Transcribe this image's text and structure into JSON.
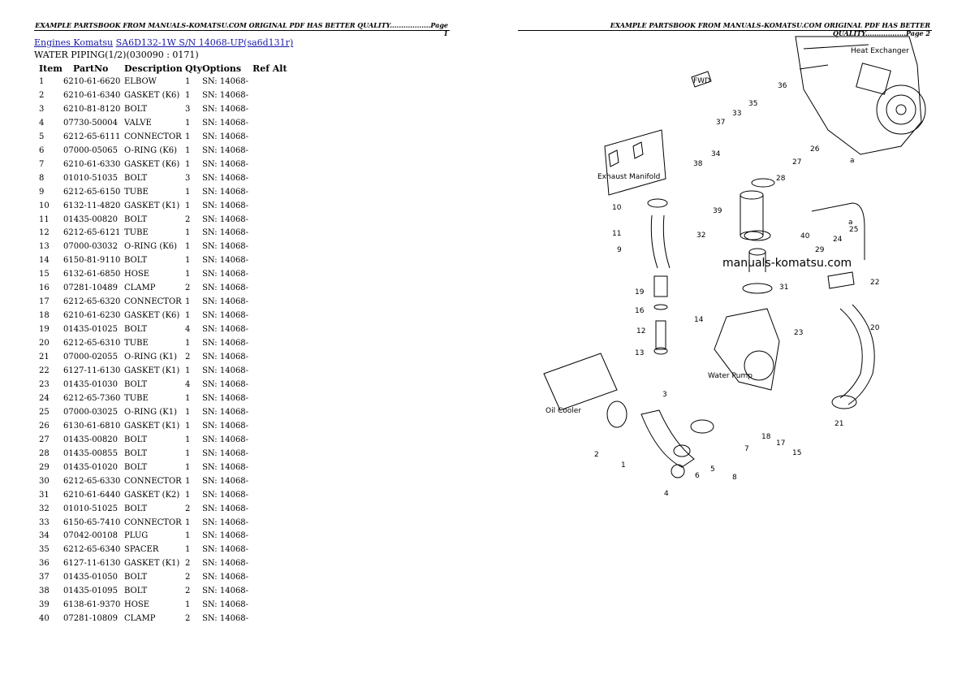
{
  "header": {
    "left": "EXAMPLE PARTSBOOK FROM MANUALS-KOMATSU.COM ORIGINAL PDF HAS BETTER QUALITY..................Page 1",
    "right": "EXAMPLE PARTSBOOK FROM MANUALS-KOMATSU.COM ORIGINAL PDF HAS BETTER QUALITY..................Page 2"
  },
  "breadcrumb": {
    "link1": "Engines Komatsu",
    "link2": "SA6D132-1W S/N 14068-UP(sa6d131r)"
  },
  "section_title": "WATER PIPING(1/2)(030090 : 0171)",
  "table": {
    "headers": [
      "Item",
      "PartNo",
      "Description",
      "Qty",
      "Options",
      "Ref Alt"
    ],
    "rows": [
      [
        "1",
        "6210-61-6620",
        "ELBOW",
        "1",
        "SN: 14068-",
        ""
      ],
      [
        "2",
        "6210-61-6340",
        "GASKET (K6)",
        "1",
        "SN: 14068-",
        ""
      ],
      [
        "3",
        "6210-81-8120",
        "BOLT",
        "3",
        "SN: 14068-",
        ""
      ],
      [
        "4",
        "07730-50004",
        "VALVE",
        "1",
        "SN: 14068-",
        ""
      ],
      [
        "5",
        "6212-65-6111",
        "CONNECTOR",
        "1",
        "SN: 14068-",
        ""
      ],
      [
        "6",
        "07000-05065",
        "O-RING (K6)",
        "1",
        "SN: 14068-",
        ""
      ],
      [
        "7",
        "6210-61-6330",
        "GASKET (K6)",
        "1",
        "SN: 14068-",
        ""
      ],
      [
        "8",
        "01010-51035",
        "BOLT",
        "3",
        "SN: 14068-",
        ""
      ],
      [
        "9",
        "6212-65-6150",
        "TUBE",
        "1",
        "SN: 14068-",
        ""
      ],
      [
        "10",
        "6132-11-4820",
        "GASKET (K1)",
        "1",
        "SN: 14068-",
        ""
      ],
      [
        "11",
        "01435-00820",
        "BOLT",
        "2",
        "SN: 14068-",
        ""
      ],
      [
        "12",
        "6212-65-6121",
        "TUBE",
        "1",
        "SN: 14068-",
        ""
      ],
      [
        "13",
        "07000-03032",
        "O-RING (K6)",
        "1",
        "SN: 14068-",
        ""
      ],
      [
        "14",
        "6150-81-9110",
        "BOLT",
        "1",
        "SN: 14068-",
        ""
      ],
      [
        "15",
        "6132-61-6850",
        "HOSE",
        "1",
        "SN: 14068-",
        ""
      ],
      [
        "16",
        "07281-10489",
        "CLAMP",
        "2",
        "SN: 14068-",
        ""
      ],
      [
        "17",
        "6212-65-6320",
        "CONNECTOR",
        "1",
        "SN: 14068-",
        ""
      ],
      [
        "18",
        "6210-61-6230",
        "GASKET (K6)",
        "1",
        "SN: 14068-",
        ""
      ],
      [
        "19",
        "01435-01025",
        "BOLT",
        "4",
        "SN: 14068-",
        ""
      ],
      [
        "20",
        "6212-65-6310",
        "TUBE",
        "1",
        "SN: 14068-",
        ""
      ],
      [
        "21",
        "07000-02055",
        "O-RING (K1)",
        "2",
        "SN: 14068-",
        ""
      ],
      [
        "22",
        "6127-11-6130",
        "GASKET (K1)",
        "1",
        "SN: 14068-",
        ""
      ],
      [
        "23",
        "01435-01030",
        "BOLT",
        "4",
        "SN: 14068-",
        ""
      ],
      [
        "24",
        "6212-65-7360",
        "TUBE",
        "1",
        "SN: 14068-",
        ""
      ],
      [
        "25",
        "07000-03025",
        "O-RING (K1)",
        "1",
        "SN: 14068-",
        ""
      ],
      [
        "26",
        "6130-61-6810",
        "GASKET (K1)",
        "1",
        "SN: 14068-",
        ""
      ],
      [
        "27",
        "01435-00820",
        "BOLT",
        "1",
        "SN: 14068-",
        ""
      ],
      [
        "28",
        "01435-00855",
        "BOLT",
        "1",
        "SN: 14068-",
        ""
      ],
      [
        "29",
        "01435-01020",
        "BOLT",
        "1",
        "SN: 14068-",
        ""
      ],
      [
        "30",
        "6212-65-6330",
        "CONNECTOR",
        "1",
        "SN: 14068-",
        ""
      ],
      [
        "31",
        "6210-61-6440",
        "GASKET (K2)",
        "1",
        "SN: 14068-",
        ""
      ],
      [
        "32",
        "01010-51025",
        "BOLT",
        "2",
        "SN: 14068-",
        ""
      ],
      [
        "33",
        "6150-65-7410",
        "CONNECTOR",
        "1",
        "SN: 14068-",
        ""
      ],
      [
        "34",
        "07042-00108",
        "PLUG",
        "1",
        "SN: 14068-",
        ""
      ],
      [
        "35",
        "6212-65-6340",
        "SPACER",
        "1",
        "SN: 14068-",
        ""
      ],
      [
        "36",
        "6127-11-6130",
        "GASKET (K1)",
        "2",
        "SN: 14068-",
        ""
      ],
      [
        "37",
        "01435-01050",
        "BOLT",
        "2",
        "SN: 14068-",
        ""
      ],
      [
        "38",
        "01435-01095",
        "BOLT",
        "2",
        "SN: 14068-",
        ""
      ],
      [
        "39",
        "6138-61-9370",
        "HOSE",
        "1",
        "SN: 14068-",
        ""
      ],
      [
        "40",
        "07281-10809",
        "CLAMP",
        "2",
        "SN: 14068-",
        ""
      ]
    ]
  },
  "diagram": {
    "watermark": "manuals-komatsu.com",
    "labels": {
      "fwd": "FWD",
      "heat_exchanger": "Heat Exchanger",
      "exhaust_manifold": "Exhaust Manifold",
      "water_pump": "Water Pump",
      "oil_cooler": "Oil Cooler"
    },
    "callout_a": "a",
    "callouts": [
      "1",
      "2",
      "3",
      "4",
      "5",
      "6",
      "7",
      "8",
      "9",
      "10",
      "11",
      "12",
      "13",
      "14",
      "15",
      "16",
      "17",
      "18",
      "19",
      "20",
      "21",
      "22",
      "23",
      "24",
      "25",
      "26",
      "27",
      "28",
      "29",
      "31",
      "32",
      "33",
      "34",
      "35",
      "36",
      "37",
      "38",
      "39",
      "40"
    ]
  }
}
